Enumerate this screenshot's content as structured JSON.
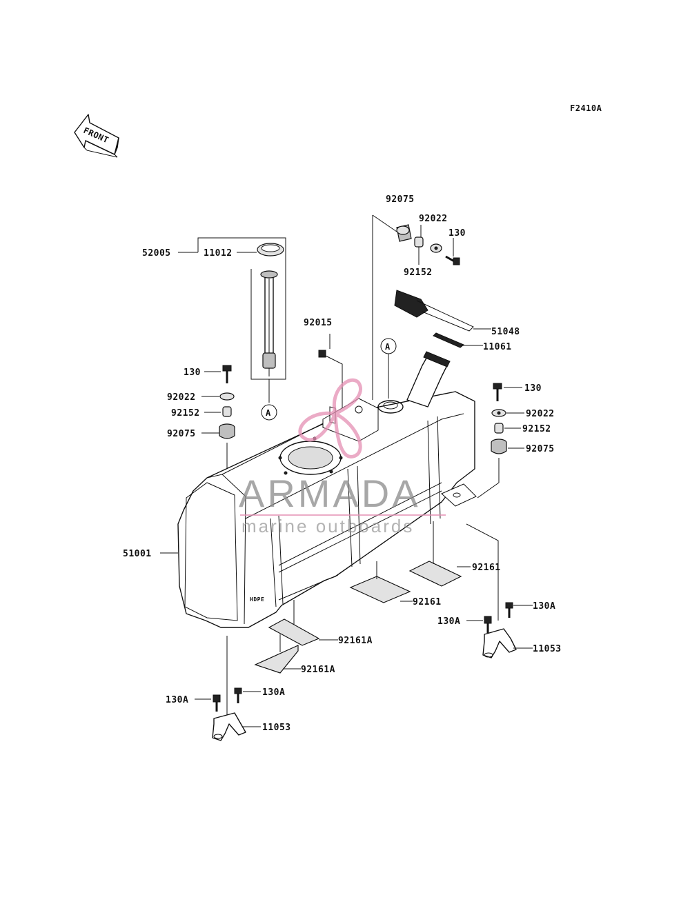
{
  "diagram": {
    "code": "F2410A",
    "front_label": "FRONT",
    "ref_marker": "A"
  },
  "watermark": {
    "brand": "ARMADA",
    "tagline": "marine outboards",
    "color_primary": "#8a8a8a",
    "color_accent": "#e58fb4"
  },
  "callouts": {
    "c52005": "52005",
    "c11012": "11012",
    "c92075_top": "92075",
    "c92022_top": "92022",
    "c130_top": "130",
    "c92152_top": "92152",
    "c51048": "51048",
    "c11061": "11061",
    "c92015": "92015",
    "c130_left": "130",
    "c92022_left": "92022",
    "c92152_left": "92152",
    "c92075_left": "92075",
    "c130_right": "130",
    "c92022_right": "92022",
    "c92152_right": "92152",
    "c92075_right": "92075",
    "c51001": "51001",
    "c92161_right": "92161",
    "c92161_mid": "92161",
    "c92161A_top": "92161A",
    "c92161A_bottom": "92161A",
    "c130A_right_a": "130A",
    "c130A_right_b": "130A",
    "c11053_right": "11053",
    "c130A_left_a": "130A",
    "c130A_left_b": "130A",
    "c11053_left": "11053"
  },
  "tank_marking": "HDPE"
}
